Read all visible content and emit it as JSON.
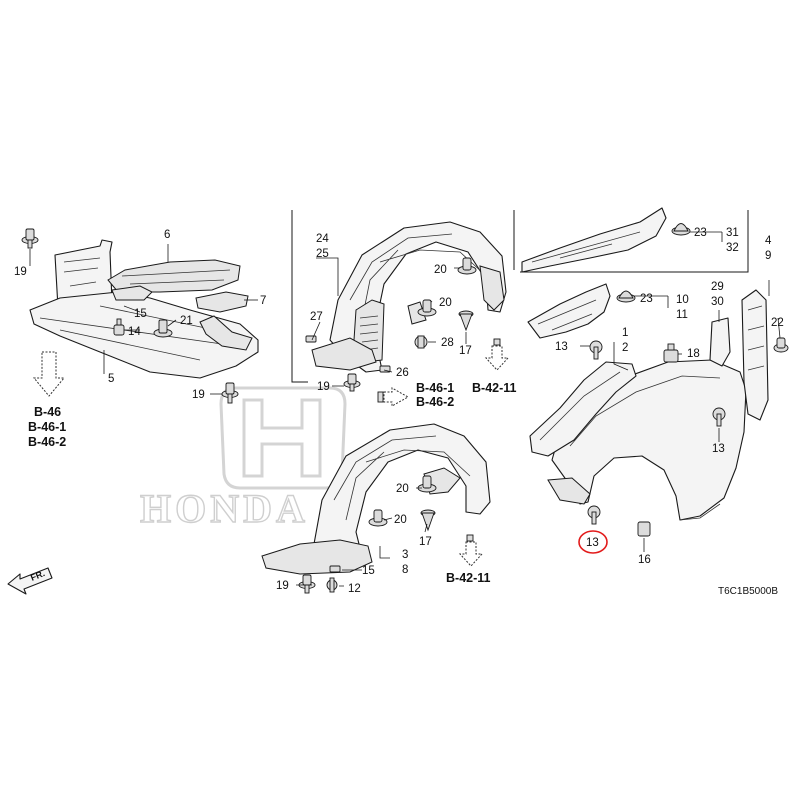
{
  "watermark": {
    "wordmark": "HONDA"
  },
  "diagram_code": "T6C1B5000B",
  "front_label": "FR.",
  "callouts": {
    "c1": "1",
    "c2": "2",
    "c3": "3",
    "c4": "4",
    "c5": "5",
    "c6": "6",
    "c7": "7",
    "c8": "8",
    "c9": "9",
    "c10": "10",
    "c11": "11",
    "c12": "12",
    "c13a": "13",
    "c13b": "13",
    "c13c": "13",
    "c14": "14",
    "c15a": "15",
    "c15b": "15",
    "c16": "16",
    "c17a": "17",
    "c17b": "17",
    "c18": "18",
    "c19a": "19",
    "c19b": "19",
    "c19c": "19",
    "c19d": "19",
    "c20a": "20",
    "c20b": "20",
    "c20c": "20",
    "c20d": "20",
    "c21": "21",
    "c22": "22",
    "c23a": "23",
    "c23b": "23",
    "c24": "24",
    "c25": "25",
    "c26": "26",
    "c27": "27",
    "c28": "28",
    "c29": "29",
    "c30": "30",
    "c31": "31",
    "c32": "32"
  },
  "section_refs": {
    "left_b46": "B-46",
    "left_b461": "B-46-1",
    "left_b462": "B-46-2",
    "box_b461": "B-46-1",
    "box_b462": "B-46-2",
    "box_b4211": "B-42-11",
    "lower_b4211": "B-42-11"
  },
  "highlighted_callout": "c13c",
  "colors": {
    "line": "#1a1a1a",
    "highlight": "#e21b1b",
    "watermark": "#d4d4d4"
  }
}
